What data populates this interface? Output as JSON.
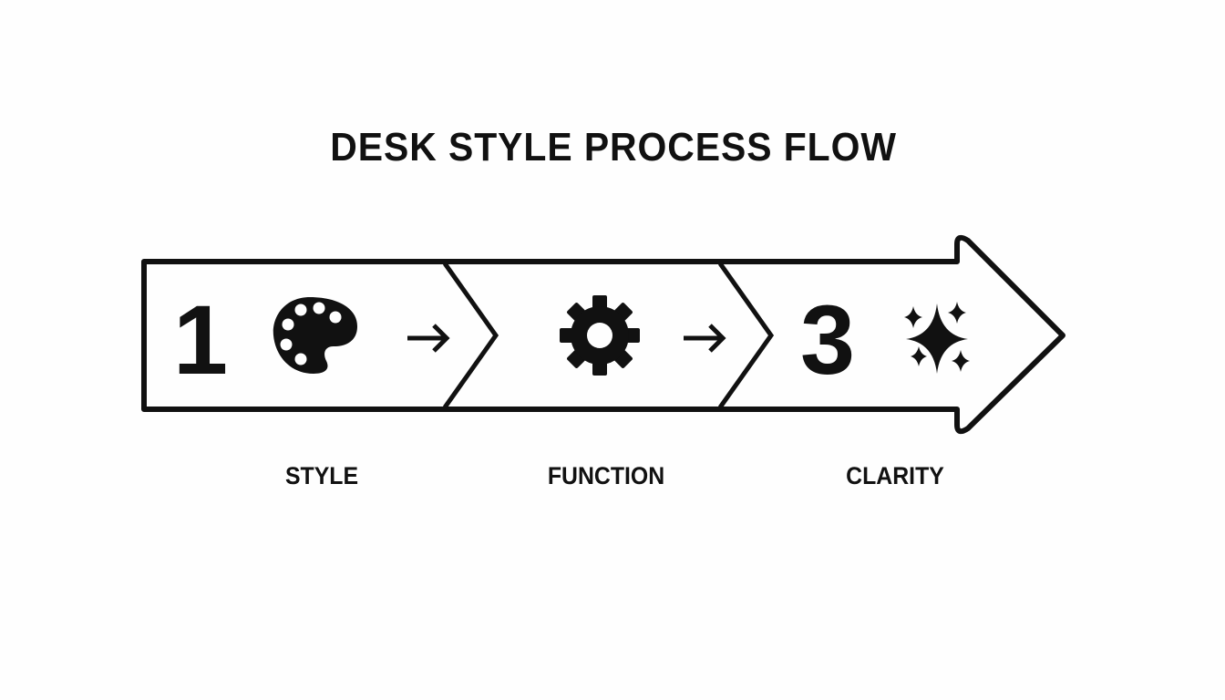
{
  "diagram": {
    "title": "DESK STYLE PROCESS FLOW",
    "steps": [
      {
        "number": "1",
        "icon": "palette-icon",
        "label": "STYLE"
      },
      {
        "number": "",
        "icon": "gear-icon",
        "label": "FUNCTION"
      },
      {
        "number": "3",
        "icon": "sparkles-icon",
        "label": "CLARITY"
      }
    ],
    "connector_icon": "arrow-right-icon",
    "colors": {
      "stroke": "#111111",
      "background": "#fefefe"
    }
  }
}
